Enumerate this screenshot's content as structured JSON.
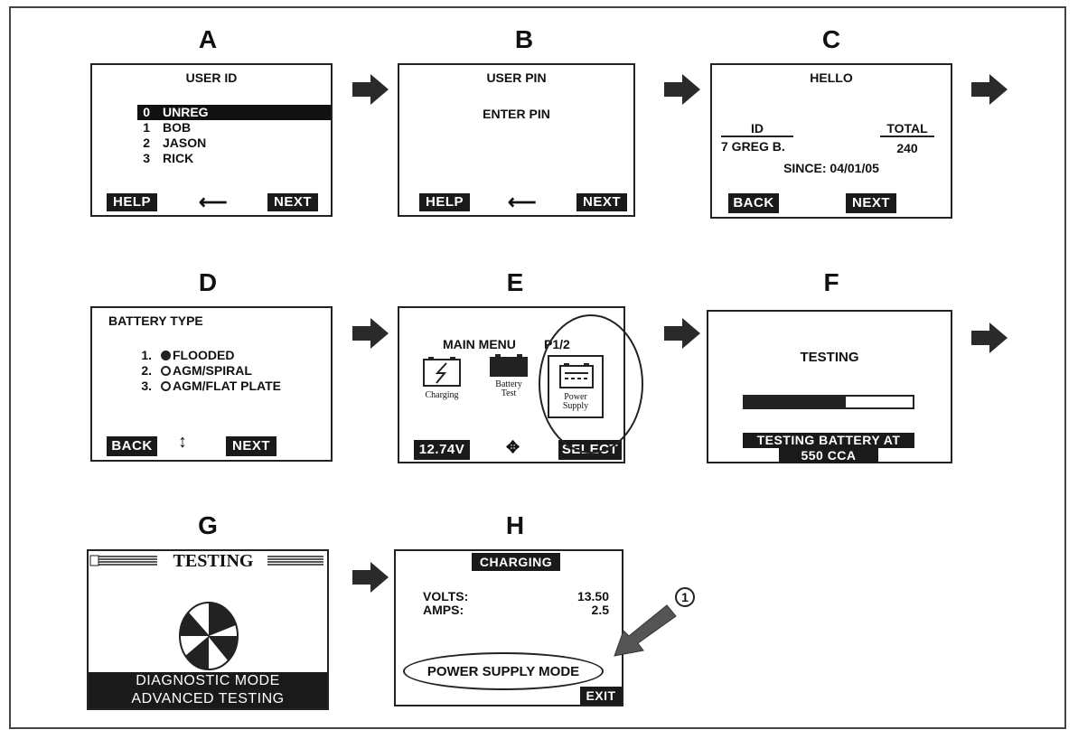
{
  "panels": {
    "a": {
      "letter": "A",
      "title": "USER ID",
      "users": [
        {
          "num": "0",
          "name": "UNREG"
        },
        {
          "num": "1",
          "name": "BOB"
        },
        {
          "num": "2",
          "name": "JASON"
        },
        {
          "num": "3",
          "name": "RICK"
        }
      ],
      "help": "HELP",
      "arrow": "⟵",
      "next": "NEXT"
    },
    "b": {
      "letter": "B",
      "title": "USER PIN",
      "prompt": "ENTER PIN",
      "help": "HELP",
      "arrow": "⟵",
      "next": "NEXT"
    },
    "c": {
      "letter": "C",
      "title": "HELLO",
      "id_label": "ID",
      "id_value": "7 GREG B.",
      "total_label": "TOTAL",
      "total_value": "240",
      "since": "SINCE: 04/01/05",
      "back": "BACK",
      "next": "NEXT"
    },
    "d": {
      "letter": "D",
      "title": "BATTERY TYPE",
      "options": [
        {
          "num": "1.",
          "label": "FLOODED",
          "selected": true
        },
        {
          "num": "2.",
          "label": "AGM/SPIRAL",
          "selected": false
        },
        {
          "num": "3.",
          "label": "AGM/FLAT PLATE",
          "selected": false
        }
      ],
      "back": "BACK",
      "updown": "↕",
      "next": "NEXT"
    },
    "e": {
      "letter": "E",
      "title": "MAIN MENU",
      "page": "P1/2",
      "icon1": "Charging",
      "icon2a": "Battery",
      "icon2b": "Test",
      "icon3a": "Power",
      "icon3b": "Supply",
      "voltage": "12.74V",
      "select": "SELECT"
    },
    "f": {
      "letter": "F",
      "title": "TESTING",
      "progress": 0.6,
      "status1": "TESTING BATTERY AT",
      "status2": "550 CCA"
    },
    "g": {
      "letter": "G",
      "title": "TESTING",
      "mode1": "DIAGNOSTIC MODE",
      "mode2": "ADVANCED TESTING"
    },
    "h": {
      "letter": "H",
      "title": "CHARGING",
      "volts_label": "VOLTS:",
      "volts_value": "13.50",
      "amps_label": "AMPS:",
      "amps_value": "2.5",
      "mode": "POWER SUPPLY MODE",
      "exit": "EXIT",
      "callout": "1"
    }
  },
  "colors": {
    "ink": "#1a1a1a",
    "arrow": "#2a2a2a"
  }
}
